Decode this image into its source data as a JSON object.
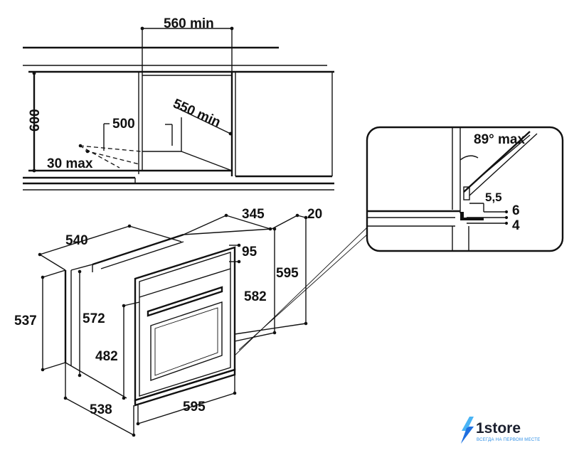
{
  "dimensions": {
    "top_niche_width": "560 min",
    "top_niche_depth": "550 min",
    "top_niche_height": "600",
    "top_vent_depth": "500",
    "top_vent_gap": "30 max",
    "oven_depth_total": "540",
    "oven_depth_body": "345",
    "oven_front_offset": "20",
    "oven_panel_height": "95",
    "oven_height_total": "595",
    "oven_height_inner": "582",
    "side_height": "537",
    "body_height": "572",
    "window_height": "482",
    "bottom_depth": "538",
    "front_width": "595",
    "door_angle": "89° max",
    "detail_gap_a": "5,5",
    "detail_gap_b": "6",
    "detail_gap_c": "4"
  },
  "logo": {
    "name": "1store",
    "tagline": "ВСЕГДА НА ПЕРВОМ МЕСТЕ",
    "colors": {
      "bolt_light": "#49b4f5",
      "bolt_dark": "#1f6fe0",
      "text": "#1a1f2e"
    }
  }
}
